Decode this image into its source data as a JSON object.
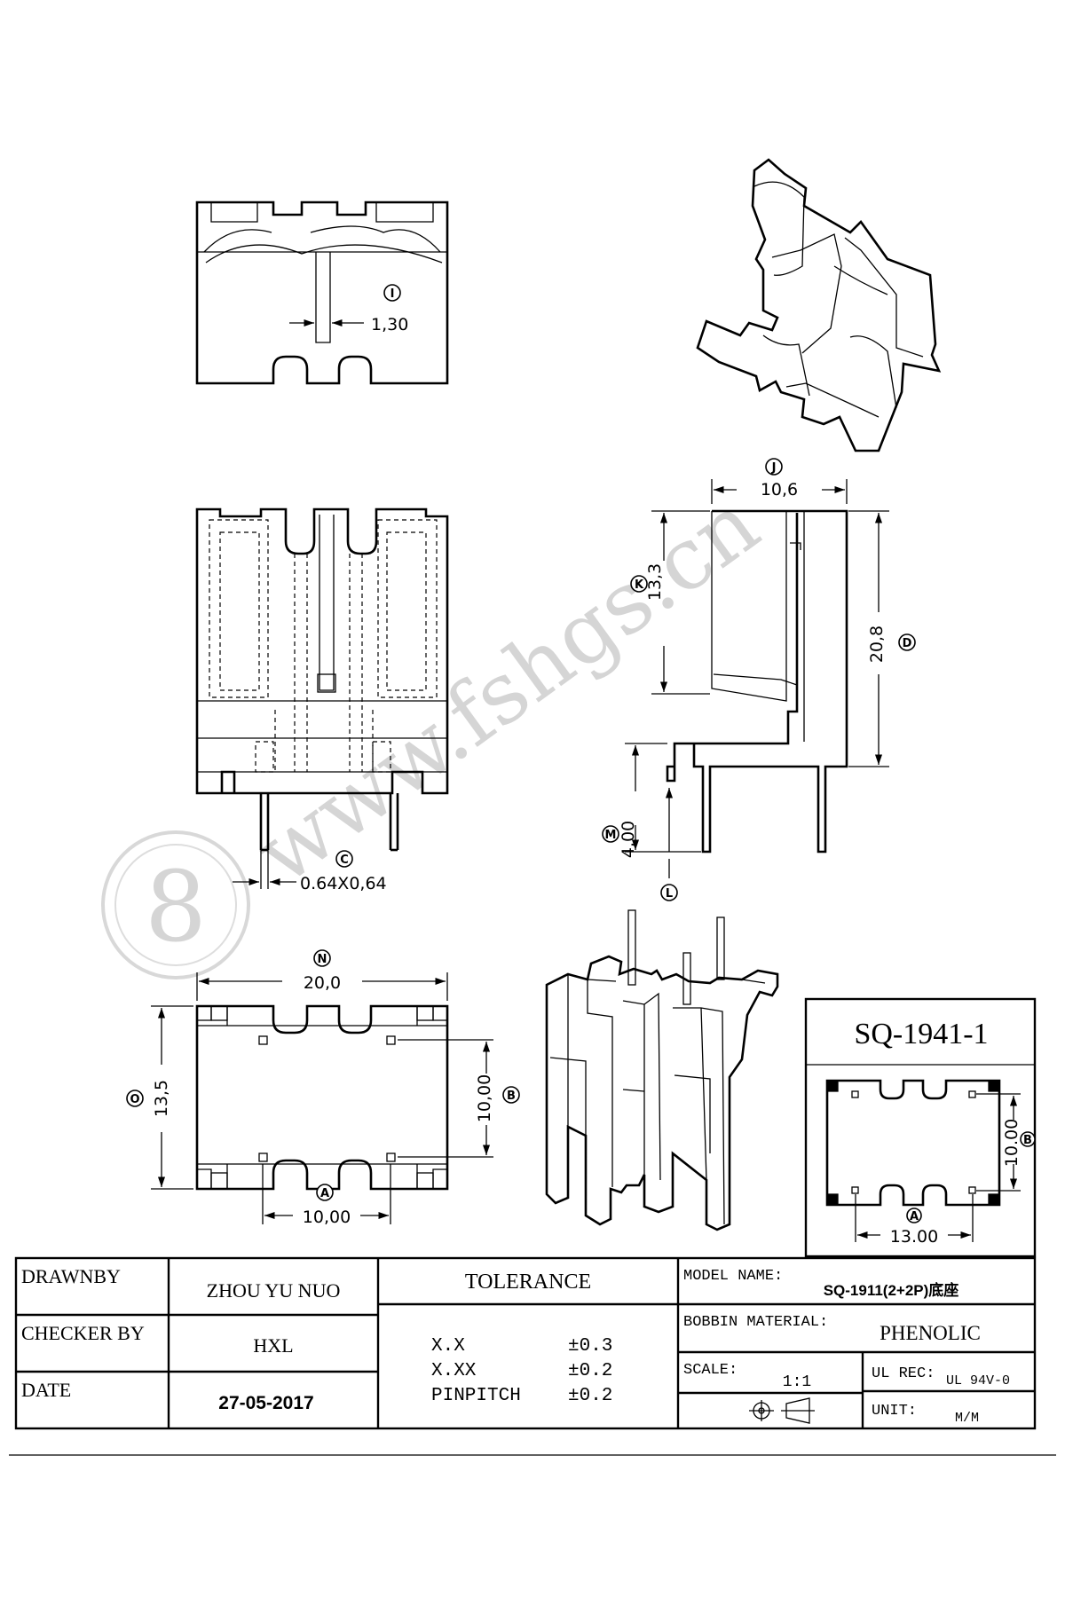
{
  "watermark": {
    "text": "www.fshgs.cn"
  },
  "dimensions": {
    "I": {
      "tag": "I",
      "value": "1,30"
    },
    "J": {
      "tag": "J",
      "value": "10,6"
    },
    "K": {
      "tag": "K",
      "value": "13,3"
    },
    "D": {
      "tag": "D",
      "value": "20,8"
    },
    "M": {
      "tag": "M",
      "value": "4,00"
    },
    "L": {
      "tag": "L"
    },
    "C": {
      "tag": "C",
      "value": "0.64X0,64"
    },
    "N": {
      "tag": "N",
      "value": "20,0"
    },
    "O": {
      "tag": "O",
      "value": "13,5"
    },
    "B": {
      "tag": "B",
      "value": "10,00"
    },
    "A": {
      "tag": "A",
      "value": "10,00"
    }
  },
  "pcb_box": {
    "title": "SQ-1941-1",
    "B": {
      "tag": "B",
      "value": "10.00"
    },
    "A": {
      "tag": "A",
      "value": "13.00"
    }
  },
  "title_block": {
    "drawnby_label": "DRAWNBY",
    "drawnby_value": "ZHOU YU NUO",
    "checker_label": "CHECKER BY",
    "checker_value": "HXL",
    "date_label": "DATE",
    "date_value": "27-05-2017",
    "tolerance_label": "TOLERANCE",
    "tolerances": [
      {
        "name": "X.X",
        "value": "±0.3"
      },
      {
        "name": "X.XX",
        "value": "±0.2"
      },
      {
        "name": "PINPITCH",
        "value": "±0.2"
      }
    ],
    "model_label": "MODEL NAME:",
    "model_value": "SQ-1911(2+2P)底座",
    "material_label": "BOBBIN MATERIAL:",
    "material_value": "PHENOLIC",
    "scale_label": "SCALE:",
    "scale_value": "1:1",
    "ul_label": "UL REC:",
    "ul_value": "UL 94V-0",
    "unit_label": "UNIT:",
    "unit_value": "M/M"
  }
}
